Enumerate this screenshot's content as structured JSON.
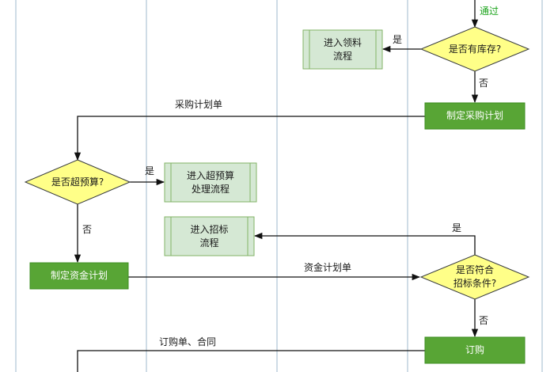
{
  "colors": {
    "solid_fill": "#58a535",
    "solid_stroke": "#3e8e22",
    "pale_fill": "#d5e8d4",
    "pale_stroke": "#82b366",
    "diamond_fill": "#ffff88",
    "diamond_stroke": "#36393d",
    "lane_line": "#9fb8cc",
    "label_green": "#1aa31a"
  },
  "nodes": {
    "has_stock": "是否有库存?",
    "enter_material": "进入领料\n流程",
    "make_purchase_plan": "制定采购计划",
    "over_budget": "是否超预算?",
    "over_budget_process": "进入超预算\n处理流程",
    "enter_bidding": "进入招标\n流程",
    "make_fund_plan": "制定资金计划",
    "meets_bidding": "是否符合\n招标条件?",
    "order": "订购"
  },
  "labels": {
    "pass": "通过",
    "yes_stock": "是",
    "no_stock": "否",
    "purchase_plan_doc": "采购计划单",
    "yes_budget": "是",
    "no_budget": "否",
    "yes_bidding": "是",
    "fund_plan_doc": "资金计划单",
    "no_bidding": "否",
    "order_contract_doc": "订购单、合同"
  }
}
